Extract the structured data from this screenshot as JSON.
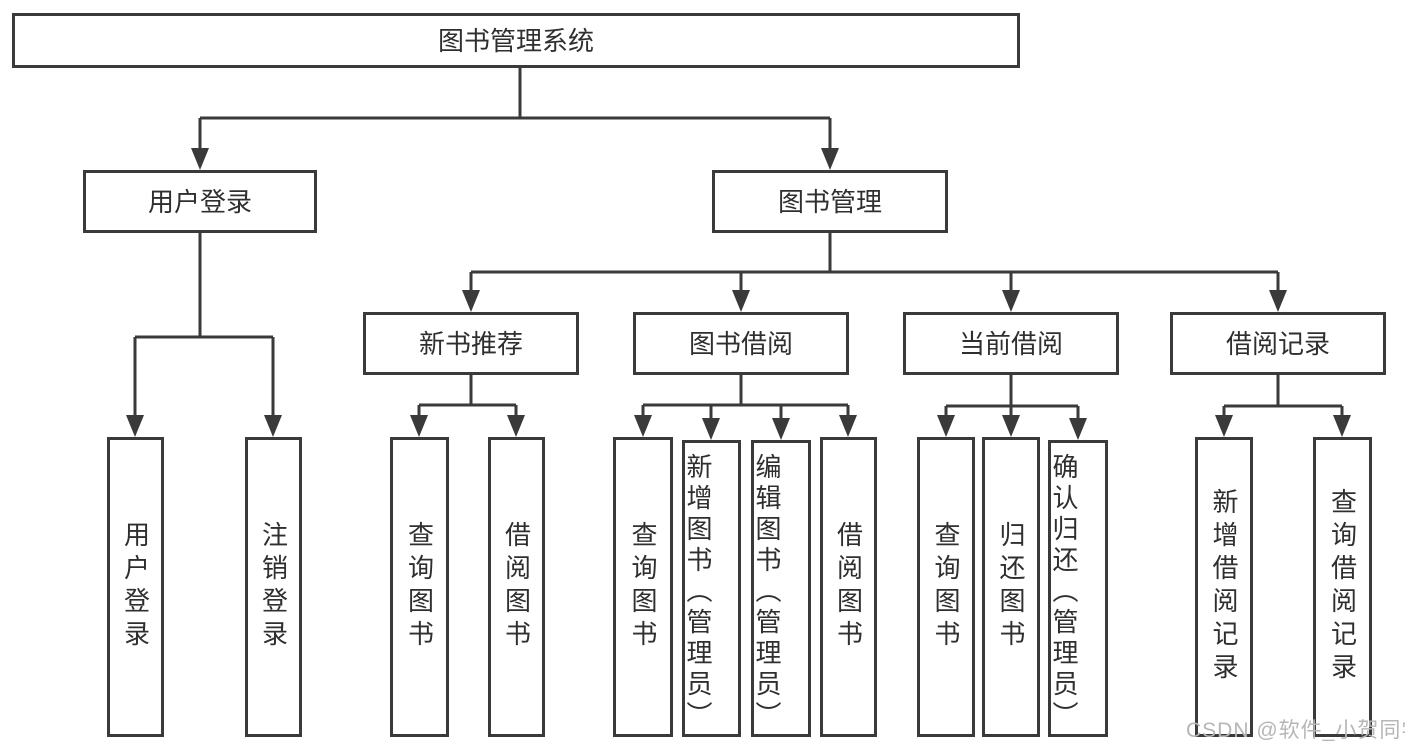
{
  "diagram": {
    "title": "图书管理系统",
    "level2": {
      "user_login": "用户登录",
      "book_management": "图书管理"
    },
    "level3": {
      "new_book_recommendation": "新书推荐",
      "book_borrowing": "图书借阅",
      "current_borrowing": "当前借阅",
      "borrowing_records": "借阅记录"
    },
    "leaves": {
      "user_login": "用户登录",
      "logout": "注销登录",
      "recommend_query_books": "查询图书",
      "recommend_borrow_books": "借阅图书",
      "borrow_query_books": "查询图书",
      "add_book_admin": "新增图书（管理员）",
      "edit_book_admin": "编辑图书（管理员）",
      "borrow_borrow_books": "借阅图书",
      "current_query_books": "查询图书",
      "return_books": "归还图书",
      "confirm_return_admin": "确认归还（管理员）",
      "add_borrow_record": "新增借阅记录",
      "query_borrow_record": "查询借阅记录"
    }
  },
  "watermark": "CSDN @软件_小贺同学",
  "colors": {
    "line": "#3a3a3a",
    "text": "#2f2f2f",
    "watermark": "#b6b6b8",
    "background": "#ffffff"
  }
}
